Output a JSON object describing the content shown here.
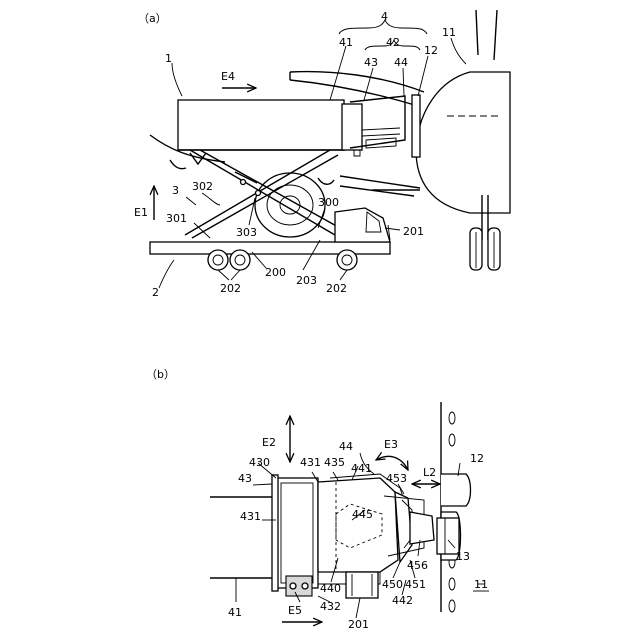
{
  "panel_a": {
    "caption": "（a）",
    "labels": {
      "n4": "4",
      "n41": "41",
      "n42": "42",
      "n43": "43",
      "n44": "44",
      "n11": "11",
      "n12": "12",
      "n1": "1",
      "e4": "E4",
      "n302": "302",
      "n3": "3",
      "e1": "E1",
      "n301": "301",
      "n303": "303",
      "n300": "300",
      "n201": "201",
      "n200": "200",
      "n203": "203",
      "n202a": "202",
      "n202b": "202",
      "n2": "2"
    }
  },
  "panel_b": {
    "caption": "（b）",
    "labels": {
      "e2": "E2",
      "n44": "44",
      "e3": "E3",
      "n12": "12",
      "n430": "430",
      "n431a": "431",
      "n435": "435",
      "n441": "441",
      "n43": "43",
      "n453": "453",
      "l2": "L2",
      "n445": "445",
      "n431b": "431",
      "n456": "456",
      "n13": "13",
      "n440": "440",
      "n450": "450",
      "n451": "451",
      "n442": "442",
      "n11": "11",
      "n41": "41",
      "e5": "E5",
      "n432": "432",
      "n201": "201"
    }
  }
}
